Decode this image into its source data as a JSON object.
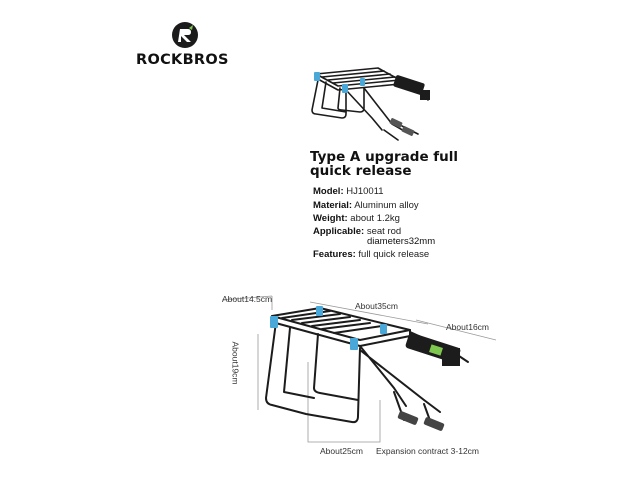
{
  "brand": {
    "name": "ROCKBROS"
  },
  "product": {
    "title_line1": "Type A upgrade full",
    "title_line2": "quick release",
    "specs": [
      {
        "key": "Model:",
        "value": " HJ10011"
      },
      {
        "key": "Material:",
        "value": " Aluminum alloy"
      },
      {
        "key": "Weight:",
        "value": " about 1.2kg"
      },
      {
        "key": "Applicable:",
        "value": " seat rod",
        "value2": "diameters32mm"
      },
      {
        "key": "Features:",
        "value": " full quick release"
      }
    ]
  },
  "dimensions": {
    "depth": "About14.5cm",
    "length": "About35cm",
    "width": "About16cm",
    "height": "About19cm",
    "base": "About25cm",
    "expansion": "Expansion contract 3-12cm"
  },
  "colors": {
    "accent_blue": "#4aa8d8",
    "accent_green": "#7ec850",
    "frame": "#1c1c1c"
  }
}
